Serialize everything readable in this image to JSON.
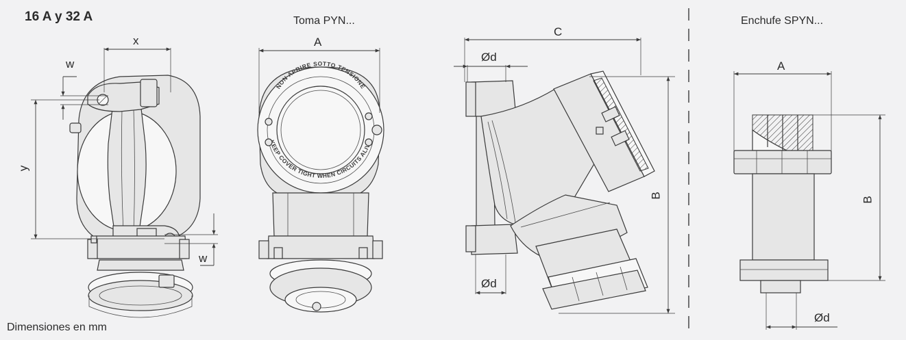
{
  "heading": "16 A y 32 A",
  "caption_toma": "Toma PYN...",
  "caption_enchufe": "Enchufe SPYN...",
  "footer_note": "Dimensiones en mm",
  "dimension_labels": {
    "x": "x",
    "y": "y",
    "w_top": "w",
    "w_bottom": "w",
    "a_toma": "A",
    "c": "C",
    "b_toma": "B",
    "d_top": "Ød",
    "d_bottom": "Ød",
    "a_enchufe": "A",
    "b_enchufe": "B",
    "d_enchufe": "Ød"
  },
  "ring_text": {
    "upper": "NON APRIRE SOTTO TENSIONE",
    "lower": "KEEP COVER TIGHT WHEN CIRCUITS ALIVE"
  }
}
